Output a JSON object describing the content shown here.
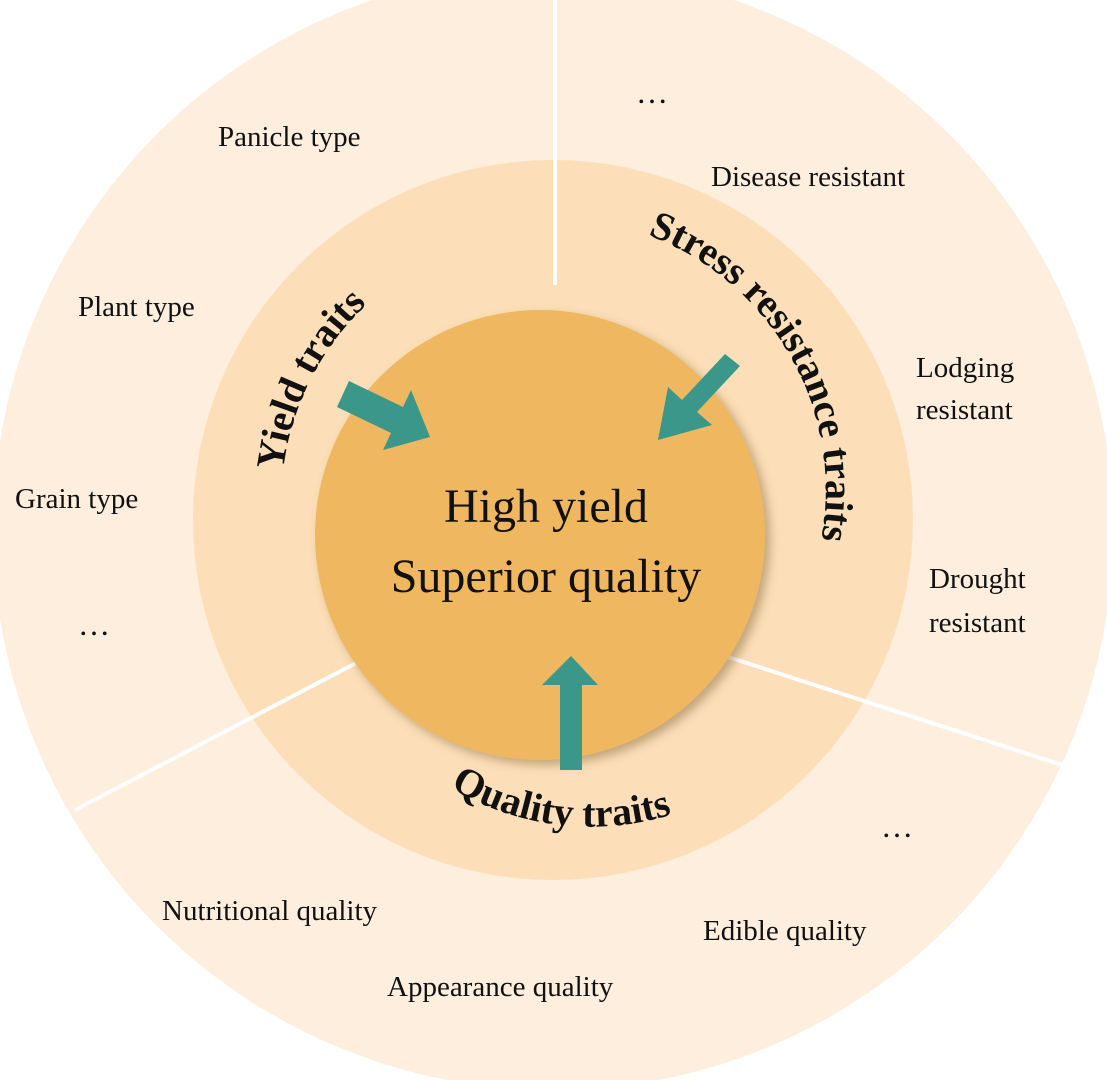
{
  "center": {
    "line1": "High yield",
    "line2": "Superior quality"
  },
  "categories": {
    "yield": "Yield traits",
    "stress": "Stress resistance traits",
    "quality": "Quality traits"
  },
  "yield_items": {
    "panicle": "Panicle type",
    "plant": "Plant type",
    "grain": "Grain type",
    "more": "…"
  },
  "stress_items": {
    "more": "…",
    "disease": "Disease resistant",
    "lodging_1": "Lodging",
    "lodging_2": "resistant",
    "drought_1": "Drought",
    "drought_2": "resistant"
  },
  "quality_items": {
    "nutritional": "Nutritional quality",
    "appearance": "Appearance quality",
    "edible": "Edible quality",
    "more": "…"
  },
  "colors": {
    "outer_ring": "#fdeedd",
    "middle_ring": "#fcdfb8",
    "center": "#efb75e",
    "arrow": "#3a978a",
    "divider": "#ffffff"
  }
}
